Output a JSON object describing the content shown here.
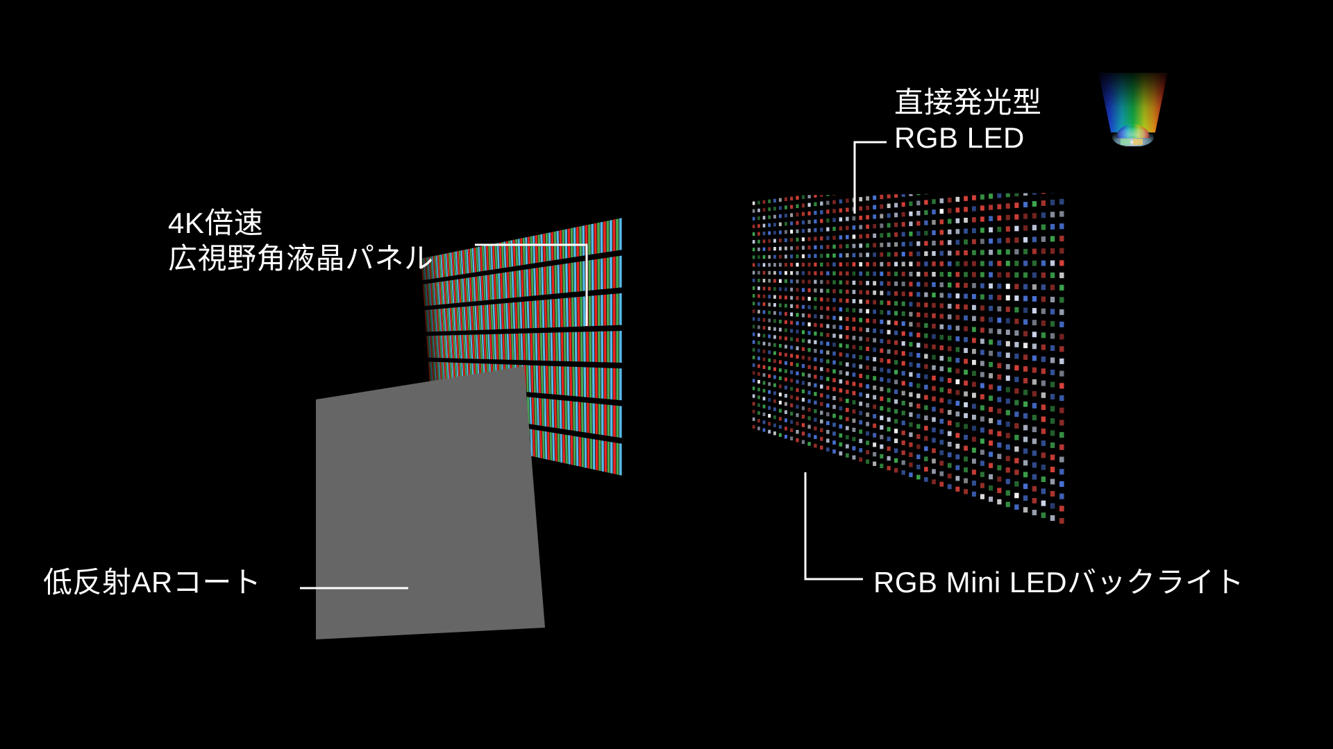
{
  "scene": {
    "title": "RGB Mini LED display layer structure diagram",
    "background_color": "#000000",
    "text_color": "#ffffff"
  },
  "labels": {
    "lcd_panel": {
      "line1": "4K倍速",
      "line2": "広視野角液晶パネル",
      "leader": "L-shaped white leader line to LCD layer"
    },
    "rgb_led": {
      "line1": "直接発光型",
      "line2": "RGB LED",
      "leader": "L-shaped white leader line to Mini LED layer"
    },
    "ar_coat": {
      "text": "低反射ARコート",
      "leader": "horizontal white leader line to gray AR panel"
    },
    "mini_led_backlight": {
      "text": "RGB Mini LEDバックライト",
      "leader": "L-shaped white leader line to Mini LED layer"
    }
  },
  "layers": {
    "ar_coat": {
      "name": "低反射ARコート",
      "color": "#666666",
      "kind": "flat gray anti-reflective coating sheet"
    },
    "lcd_panel": {
      "name": "広視野角液晶パネル",
      "kind": "RGB subpixel stripe matrix",
      "subpixel_colors": [
        "#e8241f",
        "#4aa84f",
        "#57b9e8"
      ],
      "grid_color": "#000000",
      "columns": 30,
      "rows": 7
    },
    "mini_led_backlight": {
      "name": "RGB Mini LEDバックライト",
      "kind": "dense RGB mini LED dot array",
      "dot_colors": [
        "#d8423a",
        "#3ea84e",
        "#4a74d8",
        "#cfd8ee",
        "#ffffff"
      ],
      "columns": 44,
      "rows": 30
    }
  },
  "logo": {
    "name": "rgb-led-emitter-logo",
    "description": "glowing LED dome emitting rainbow spectrum fan",
    "spectrum_colors": [
      "#1b3fd0",
      "#14b84a",
      "#d8d81e",
      "#d8331e"
    ]
  }
}
